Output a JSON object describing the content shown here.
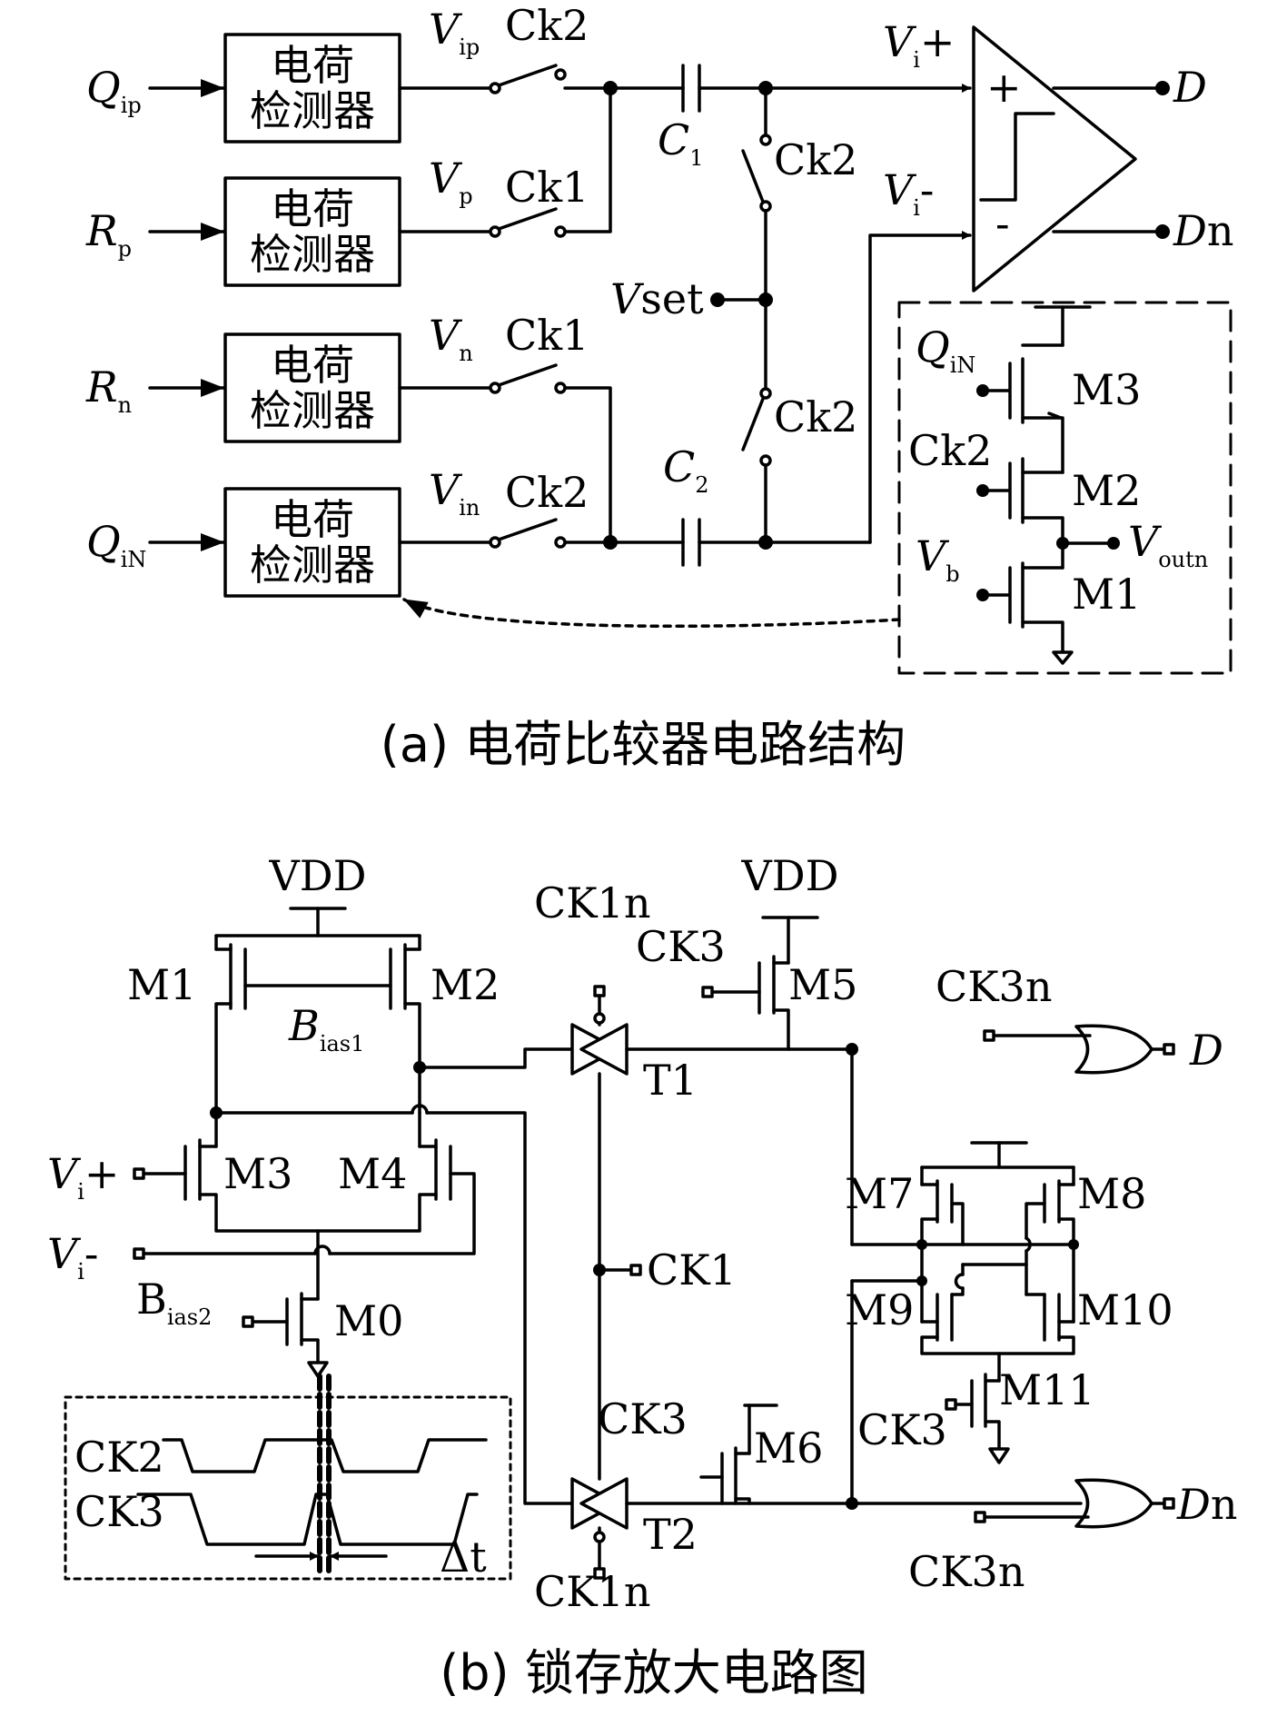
{
  "part_a": {
    "detector_label": "电荷检测器",
    "detector_line1": "电荷",
    "detector_line2": "检测器",
    "inputs": [
      {
        "main": "Q",
        "sub": "ip"
      },
      {
        "main": "R",
        "sub": "p"
      },
      {
        "main": "R",
        "sub": "n"
      },
      {
        "main": "Q",
        "sub": "iN"
      }
    ],
    "voltages": [
      {
        "main": "V",
        "sub": "ip"
      },
      {
        "main": "V",
        "sub": "p"
      },
      {
        "main": "V",
        "sub": "n"
      },
      {
        "main": "V",
        "sub": "in"
      }
    ],
    "switch_labels": [
      "Ck2",
      "Ck1",
      "Ck1",
      "Ck2"
    ],
    "c1": {
      "main": "C",
      "sub": "1"
    },
    "c2": {
      "main": "C",
      "sub": "2"
    },
    "ck2_upper": "Ck2",
    "ck2_lower": "Ck2",
    "vset_v": "V",
    "vset_rest": "set",
    "vi_plus": {
      "main": "V",
      "sub": "i",
      "suffix": "+"
    },
    "vi_minus": {
      "main": "V",
      "sub": "i",
      "suffix": "-"
    },
    "comp_plus": "+",
    "comp_minus": "-",
    "out_d": "D",
    "out_dn_d": "D",
    "out_dn_n": "n",
    "inset": {
      "q_in": {
        "main": "Q",
        "sub": "iN"
      },
      "ck2": "Ck2",
      "vb": {
        "main": "V",
        "sub": "b"
      },
      "vout": {
        "main": "V",
        "sub": "outn"
      },
      "m3": "M3",
      "m2": "M2",
      "m1": "M1"
    },
    "caption": "(a) 电荷比较器电路结构"
  },
  "part_b": {
    "vdd_left": "VDD",
    "vdd_right": "VDD",
    "m1": "M1",
    "m2": "M2",
    "bias1": {
      "main": "B",
      "sub": "ias1"
    },
    "m3": "M3",
    "m4": "M4",
    "vi_plus": {
      "main": "V",
      "sub": "i",
      "suffix": "+"
    },
    "vi_minus": {
      "main": "V",
      "sub": "i",
      "suffix": "-"
    },
    "bias2": {
      "main": "B",
      "sub": "ias2"
    },
    "m0": "M0",
    "ck1n_top": "CK1n",
    "ck1n_bottom": "CK1n",
    "t1": "T1",
    "t2": "T2",
    "ck1": "CK1",
    "ck3_m5": "CK3",
    "m5": "M5",
    "ck3_m6": "CK3",
    "m6": "M6",
    "ck3n_top": "CK3n",
    "ck3n_bottom": "CK3n",
    "out_d": "D",
    "out_dn_d": "D",
    "out_dn_n": "n",
    "m7": "M7",
    "m8": "M8",
    "m9": "M9",
    "m10": "M10",
    "m11": "M11",
    "ck3_m11": "CK3",
    "timing": {
      "ck2": "CK2",
      "ck3": "CK3",
      "delta": "Δt"
    },
    "caption": "(b) 锁存放大电路图"
  }
}
